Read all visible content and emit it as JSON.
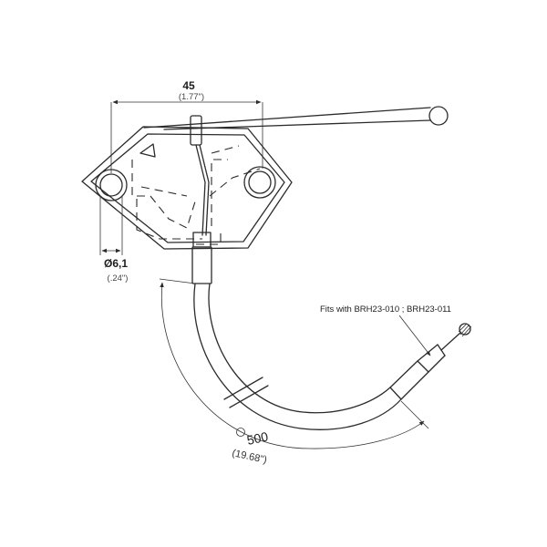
{
  "dimensions": {
    "width": {
      "value": "45",
      "inch": "(1.77\")"
    },
    "hole": {
      "value": "Ø6,1",
      "inch": "(.24\")"
    },
    "cable_length": {
      "value": "500",
      "inch": "(19.68\")"
    }
  },
  "note": {
    "fits_with": "Fits with BRH23-010 ; BRH23-011"
  },
  "colors": {
    "line": "#2b2b2b",
    "background": "#ffffff"
  }
}
